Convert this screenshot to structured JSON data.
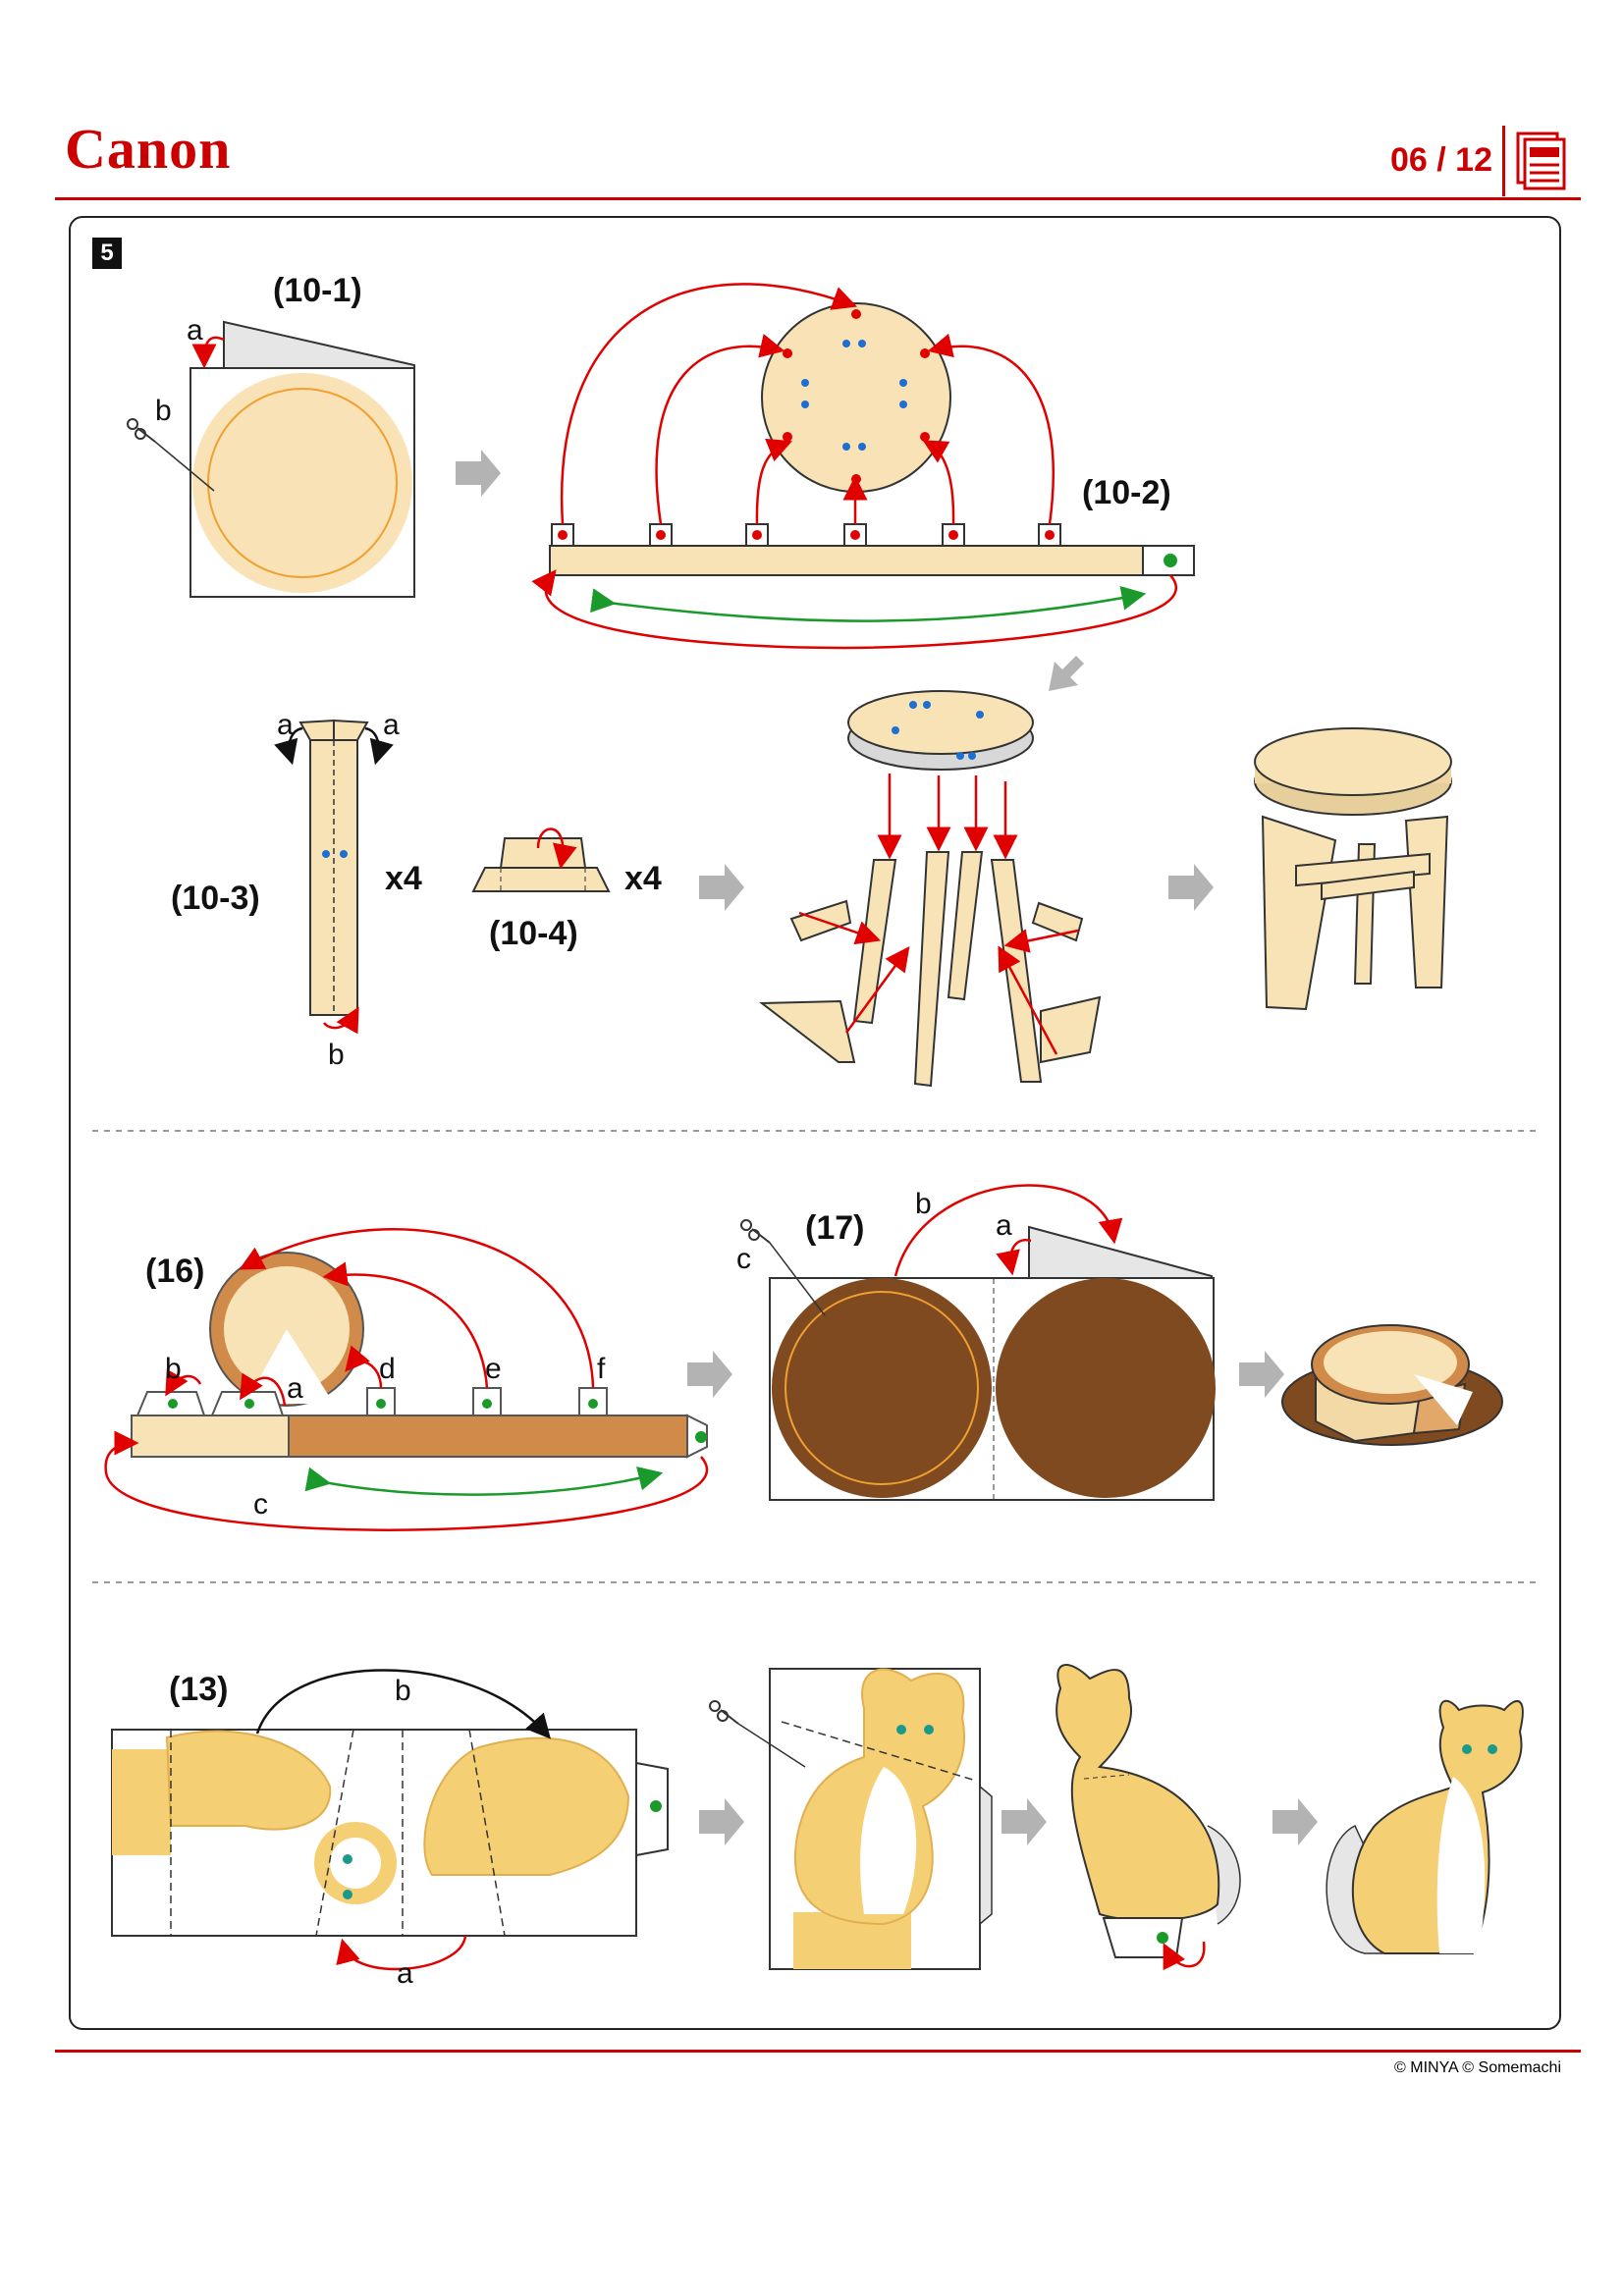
{
  "header": {
    "brand": "Canon",
    "page_indicator": "06 / 12"
  },
  "step_number": "5",
  "labels": {
    "l10_1": "(10-1)",
    "l10_2": "(10-2)",
    "l10_3": "(10-3)",
    "l10_4": "(10-4)",
    "x4a": "x4",
    "x4b": "x4",
    "l16": "(16)",
    "l17": "(17)",
    "l13": "(13)"
  },
  "letters": {
    "a": "a",
    "b": "b",
    "c": "c",
    "d": "d",
    "e": "e",
    "f": "f"
  },
  "footer": {
    "credit": "© MINYA  © Somemachi"
  },
  "colors": {
    "brand_red": "#cc0000",
    "paper": "#f7e3b5",
    "cake_brown": "#7f4a1f",
    "cat_fur": "#f5cf73"
  }
}
